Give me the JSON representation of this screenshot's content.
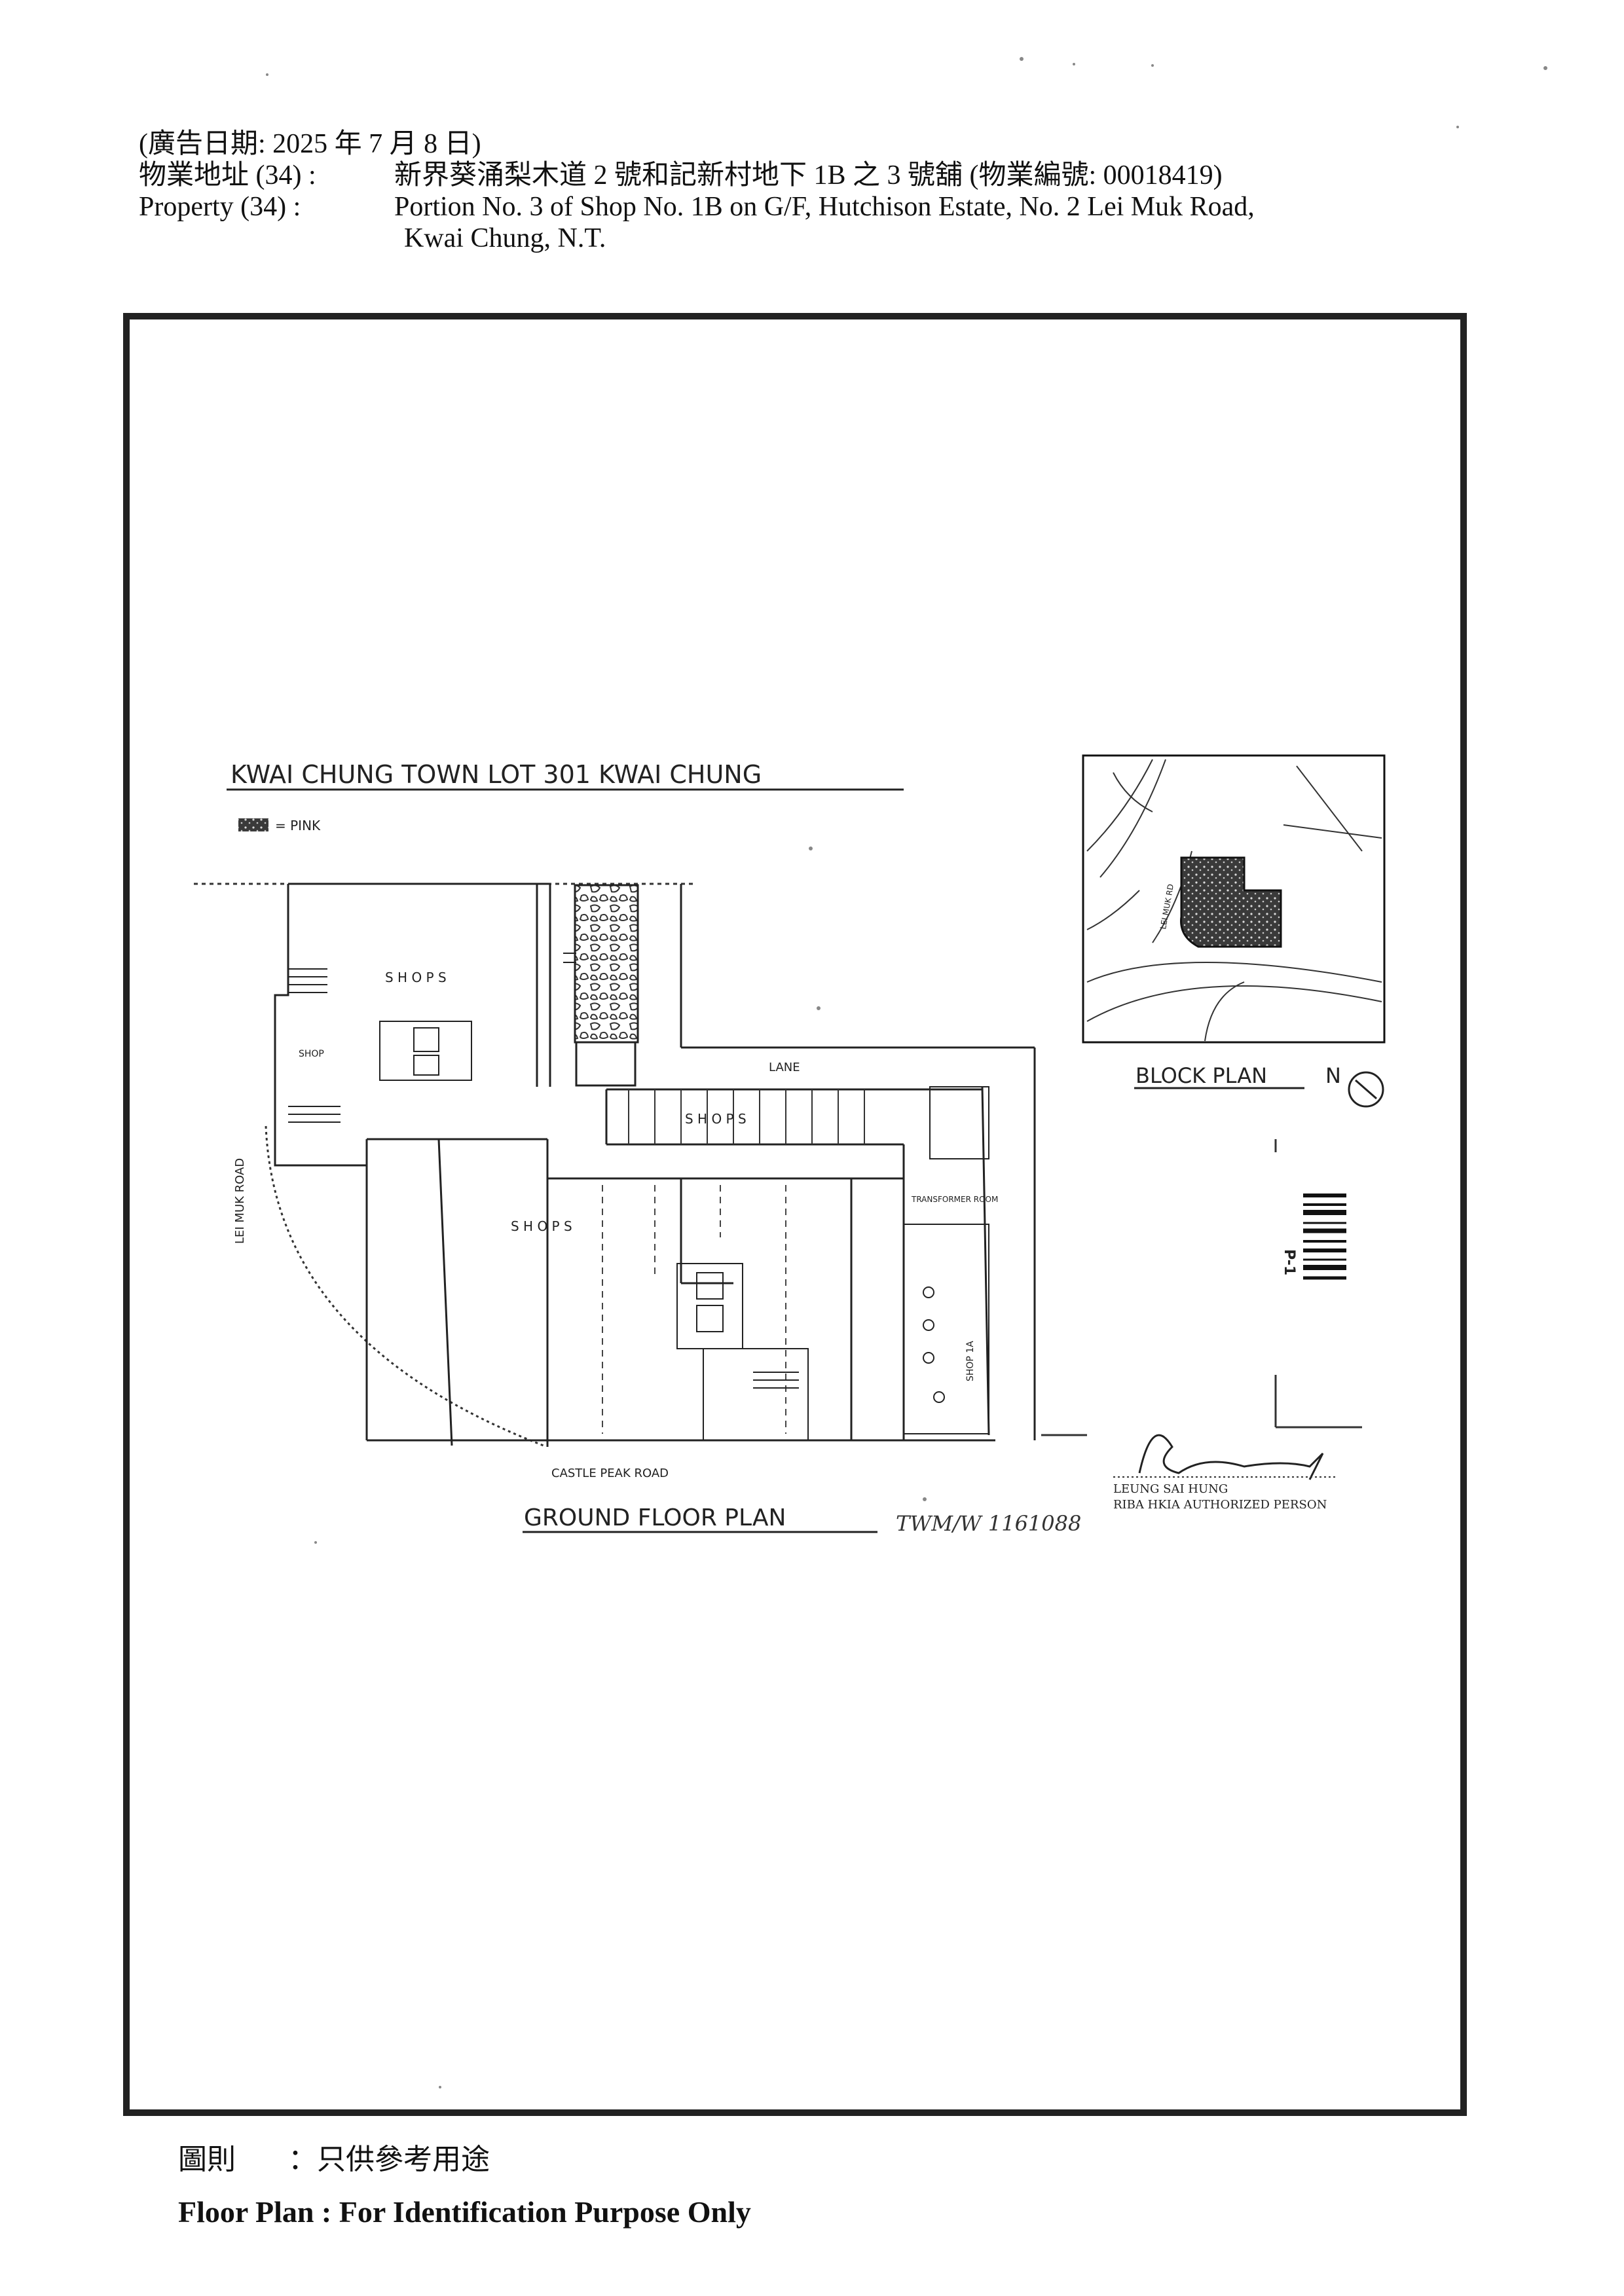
{
  "header": {
    "ad_date": "(廣告日期:   2025 年 7 月 8 日)",
    "address_zh_label": "物業地址  (34) :",
    "address_zh": "新界葵涌梨木道 2 號和記新村地下 1B 之 3 號舖  (物業編號: 00018419)",
    "address_en_label": "Property    (34) :",
    "address_en_line1": "Portion No. 3 of Shop No. 1B on G/F, Hutchison Estate, No. 2 Lei Muk Road,",
    "address_en_line2": "Kwai Chung, N.T."
  },
  "plan": {
    "title": "KWAI  CHUNG  TOWN  LOT  301  KWAI  CHUNG",
    "legend": "= PINK",
    "road_left": "LEI  MUK  ROAD",
    "road_bottom": "CASTLE   PEAK   ROAD",
    "lane": "LANE",
    "shops_1": "S H O P S",
    "shops_2": "S H O P S",
    "shops_3": "S     H     O     P     S",
    "shop_small": "SHOP",
    "shop_1a": "SHOP 1A",
    "transformer": "TRANSFORMER ROOM",
    "floor_plan_title": "GROUND    FLOOR    PLAN",
    "handwritten_ref": "TWM/W 1161088",
    "block_plan": "BLOCK  PLAN",
    "north": "N",
    "lei_road_small": "LEI  MUK  RD",
    "ap_name": "LEUNG SAI HUNG",
    "ap_title": "RIBA HKIA AUTHORIZED PERSON",
    "stamp_code": "P-1"
  },
  "footer": {
    "zh_label": "圖則",
    "zh_text": "：只供參考用途",
    "en": "Floor Plan : For Identification Purpose Only"
  }
}
